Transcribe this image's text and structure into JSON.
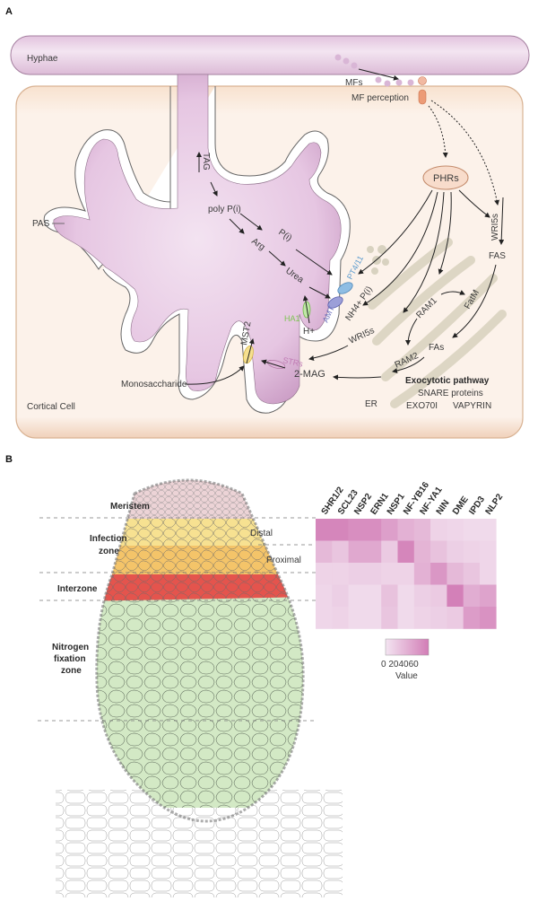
{
  "panel_a": {
    "panel_letter": "A",
    "labels": {
      "hyphae": "Hyphae",
      "mfs": "MFs",
      "mf_perception": "MF perception",
      "tag": "TAG",
      "poly_pi": "poly P(i)",
      "arg": "Arg",
      "pi": "P(i)",
      "urea": "Urea",
      "pt4": "PT4/11",
      "amt": "AMT",
      "nh_pi": "NH4+ P(i)",
      "ha1": "HA1",
      "h_plus": "H+",
      "mst2": "MST2",
      "strs": "STRs",
      "monosaccharide": "Monosaccharide",
      "two_mag": "2-MAG",
      "pas": "PAS",
      "cortical_cell": "Cortical Cell",
      "phrs": "PHRs",
      "wri5s_top": "WRI5s",
      "fas": "FAS",
      "ram1": "RAM1",
      "fatm": "FatM",
      "fas_plural": "FAs",
      "ram2": "RAM2",
      "wri5s_mid": "WRI5s",
      "er": "ER",
      "exocytotic_title": "Exocytotic pathway",
      "snare": "SNARE proteins",
      "exo70i": "EXO70I",
      "vapyrin": "VAPYRIN"
    },
    "colors": {
      "hyphae_fill": "#e9cfe6",
      "cell_fill": "#fbeee4",
      "cell_border": "#e6c4a9",
      "phr_fill": "#f6d3bd",
      "pt4_color": "#6fa9d6",
      "amt_color": "#7b7fc7",
      "ha1_color": "#8fcf6a",
      "mst2_color": "#f0d26a",
      "strs_color": "#c98bc0",
      "er_color": "#ddd6c4"
    }
  },
  "panel_b": {
    "panel_letter": "B",
    "zones": [
      {
        "label": "Meristem",
        "color": "#ecc9cf"
      },
      {
        "label": "Infection\nzone",
        "color": "#f5dc8a"
      },
      {
        "label": "Interzone",
        "color": "#e4544d"
      },
      {
        "label": "Nitrogen\nfixation\nzone",
        "color": "#d3e9c5"
      }
    ],
    "subzone_labels": {
      "distal": "Distal",
      "proximal": "Proximal"
    },
    "infection_colors": {
      "distal": "#f7e191",
      "proximal": "#f4c469"
    },
    "zone_text_lines": {
      "meristem": [
        "Meristem"
      ],
      "infection": [
        "Infection",
        "zone"
      ],
      "interzone": [
        "Interzone"
      ],
      "nitrogen": [
        "Nitrogen",
        "fixation",
        "zone"
      ]
    }
  },
  "chart_data": {
    "type": "heatmap",
    "title": "",
    "columns": [
      "SHR1/2",
      "SCL23",
      "NSP2",
      "ERN1",
      "NSP1",
      "NF-YB16",
      "NF-YA1",
      "NIN",
      "DME",
      "IPD3",
      "NLP2"
    ],
    "rows": [
      "Meristem",
      "Distal",
      "Proximal",
      "Interzone",
      "Nitrogen fixation"
    ],
    "values": [
      [
        55,
        55,
        50,
        50,
        40,
        30,
        25,
        10,
        8,
        6,
        6
      ],
      [
        25,
        18,
        35,
        35,
        15,
        55,
        28,
        20,
        12,
        10,
        8
      ],
      [
        10,
        10,
        12,
        12,
        10,
        10,
        30,
        45,
        25,
        18,
        8
      ],
      [
        8,
        12,
        6,
        6,
        20,
        6,
        12,
        15,
        58,
        32,
        38
      ],
      [
        8,
        10,
        6,
        6,
        18,
        6,
        10,
        12,
        15,
        42,
        48
      ]
    ],
    "colorscale": {
      "low": "#f3e4f1",
      "high": "#d27db6",
      "min": 0,
      "max": 60
    },
    "legend": {
      "title": "Value",
      "ticks": [
        "0",
        "20",
        "40",
        "60"
      ],
      "tick_text": "0 204060",
      "position": "bottom-center"
    }
  }
}
